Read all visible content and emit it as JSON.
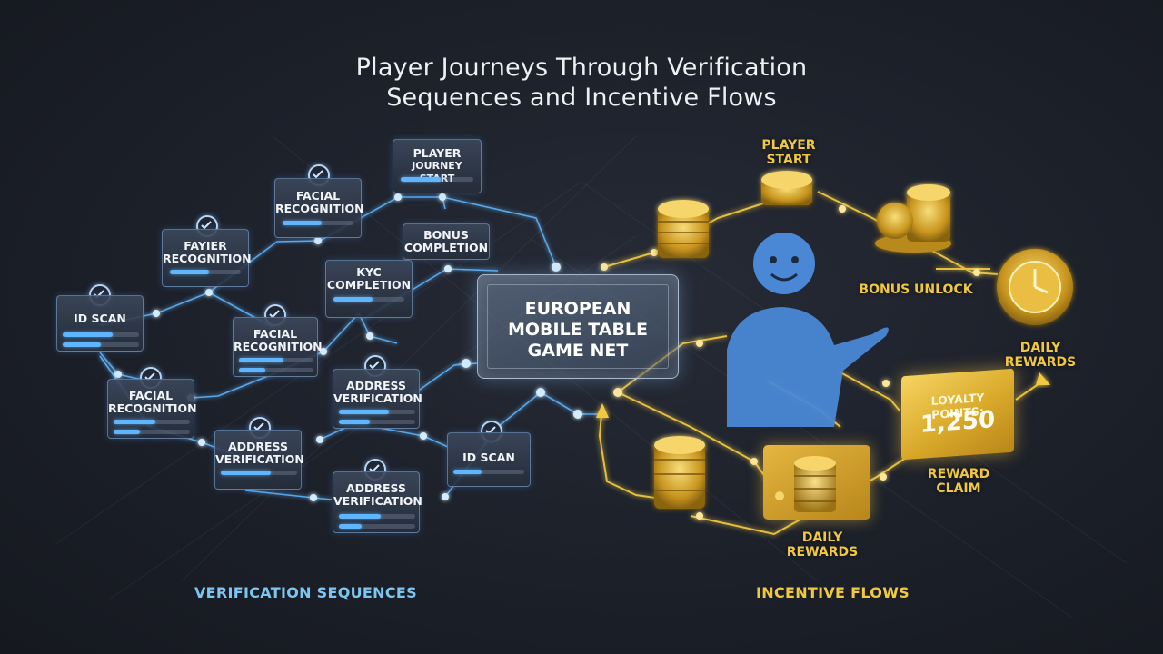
{
  "title": {
    "line1": "Player Journeys Through Verification",
    "line2": "Sequences and Incentive Flows"
  },
  "center": {
    "line1": "EUROPEAN",
    "line2": "MOBILE TABLE",
    "line3": "GAME NET"
  },
  "verification_nodes": {
    "journey_start": {
      "line1": "PLAYER",
      "line2": "JOURNEY START"
    },
    "facial_top": {
      "line1": "FACIAL",
      "line2": "RECOGNITION"
    },
    "fayier": {
      "line1": "FAYIER",
      "line2": "RECOGNITION"
    },
    "bonus_completion": {
      "line1": "BONUS",
      "line2": "COMPLETION"
    },
    "kyc": {
      "line1": "KYC",
      "line2": "COMPLETION"
    },
    "id_scan_left": {
      "line1": "ID SCAN"
    },
    "facial_mid": {
      "line1": "FACIAL",
      "line2": "RECOGNITION"
    },
    "facial_low": {
      "line1": "FACIAL",
      "line2": "RECOGNITION"
    },
    "address_mid": {
      "line1": "ADDRESS",
      "line2": "VERIFICATION"
    },
    "address_low_left": {
      "line1": "ADDRESS",
      "line2": "VERIFICATION"
    },
    "address_low": {
      "line1": "ADDRESS",
      "line2": "VERIFICATION"
    },
    "id_scan_right": {
      "line1": "ID SCAN"
    }
  },
  "incentive_labels": {
    "player_start": {
      "line1": "PLAYER",
      "line2": "START"
    },
    "bonus_unlock": "BONUS UNLOCK",
    "daily_rewards_right": {
      "line1": "DAILY",
      "line2": "REWARDS"
    },
    "daily_rewards_bottom": {
      "line1": "DAILY",
      "line2": "REWARDS"
    },
    "reward_claim": {
      "line1": "REWARD",
      "line2": "CLAIM"
    }
  },
  "loyalty": {
    "label": "LOYALTY POINTS:",
    "value": "1,250"
  },
  "sections": {
    "left": "VERIFICATION SEQUENCES",
    "right": "INCENTIVE FLOWS"
  },
  "colors": {
    "verification_accent": "#5fb6ff",
    "incentive_accent": "#f0c842",
    "left_label": "#7cc6f0",
    "right_label": "#f0c842"
  },
  "icons": [
    "check-icon",
    "poker-chip-stack-icon",
    "player-avatar-icon",
    "daily-reward-clock-icon"
  ]
}
